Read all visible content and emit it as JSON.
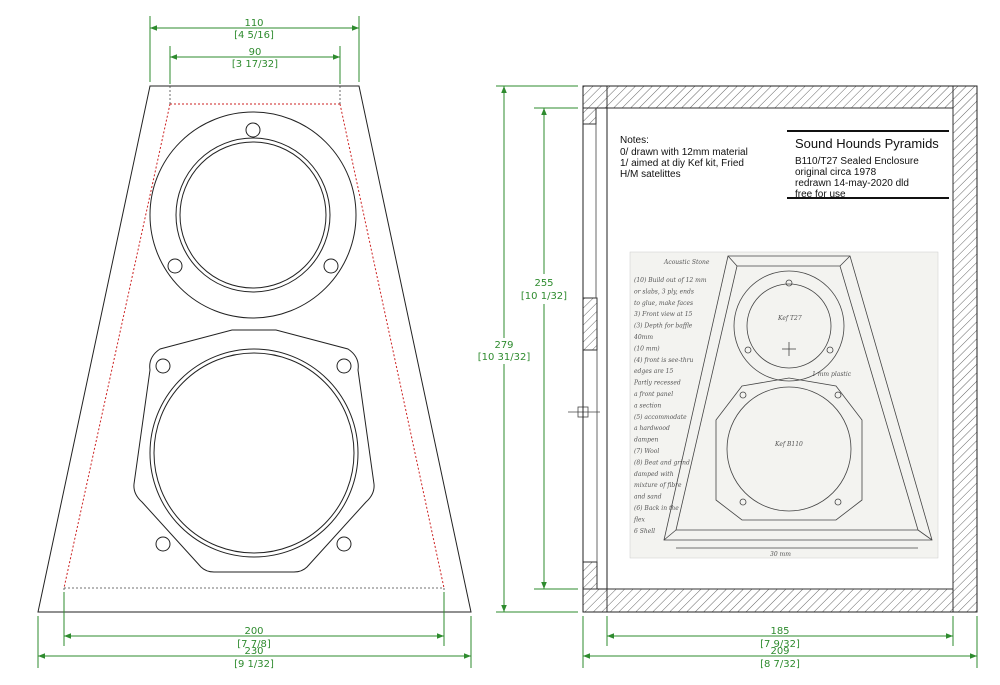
{
  "front_view": {
    "dims": {
      "top_outer": {
        "mm": "110",
        "in": "[4 5/16]"
      },
      "top_inner": {
        "mm": "90",
        "in": "[3 17/32]"
      },
      "bottom_inner": {
        "mm": "200",
        "in": "[7 7/8]"
      },
      "bottom_outer": {
        "mm": "230",
        "in": "[9 1/32]"
      }
    }
  },
  "side_view": {
    "dims": {
      "height_inner": {
        "mm": "255",
        "in": "[10 1/32]"
      },
      "height_outer": {
        "mm": "279",
        "in": "[10 31/32]"
      },
      "depth_inner": {
        "mm": "185",
        "in": "[7 9/32]"
      },
      "depth_outer": {
        "mm": "209",
        "in": "[8 7/32]"
      }
    },
    "notes": {
      "heading": "Notes:",
      "line1": "0/ drawn with 12mm material",
      "line2": "1/ aimed at diy Kef kit, Fried",
      "line3": "H/M satelittes"
    },
    "title_block": {
      "title": "Sound Hounds Pyramids",
      "line1": "B110/T27 Sealed Enclosure",
      "line2": "original circa 1978",
      "line3": "redrawn 14-may-2020 dld",
      "line4": "free for use"
    },
    "scan": {
      "title": "Acoustic Stone",
      "tweeter_label": "Kef T27",
      "woofer_label": "Kef B110",
      "side_label": "1 mm plastic",
      "bottom_label": "30 mm",
      "left_notes": [
        "(10) Build out of 12 mm",
        "or slabs, 3 ply, ends",
        "to glue, make faces",
        "3) Front view at 15",
        "(3) Depth for baffle",
        "40mm",
        "(10 mm)",
        "(4) front is see-thru",
        "edges are 15",
        "Partly recessed",
        "a front panel",
        "a section",
        "(5) accommodate",
        "a hardwood",
        "dampen",
        "(7) Wool",
        "(8) Beat and grind",
        "damped with",
        "mixture of fibre",
        "and sand",
        "(6) Back in the",
        "flex",
        "6 Shell"
      ]
    }
  }
}
